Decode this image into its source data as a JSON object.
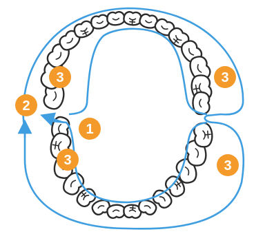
{
  "colors": {
    "path": "#3f9ee0",
    "badge": "#f39a2b",
    "tooth_outline": "#2b2b2b"
  },
  "badges": [
    {
      "id": "badge-upper-left",
      "label": "3"
    },
    {
      "id": "badge-upper-right",
      "label": "3"
    },
    {
      "id": "badge-start",
      "label": "2"
    },
    {
      "id": "badge-lower-left-edge",
      "label": "1"
    },
    {
      "id": "badge-lower-left",
      "label": "3"
    },
    {
      "id": "badge-lower-right",
      "label": "3"
    }
  ]
}
